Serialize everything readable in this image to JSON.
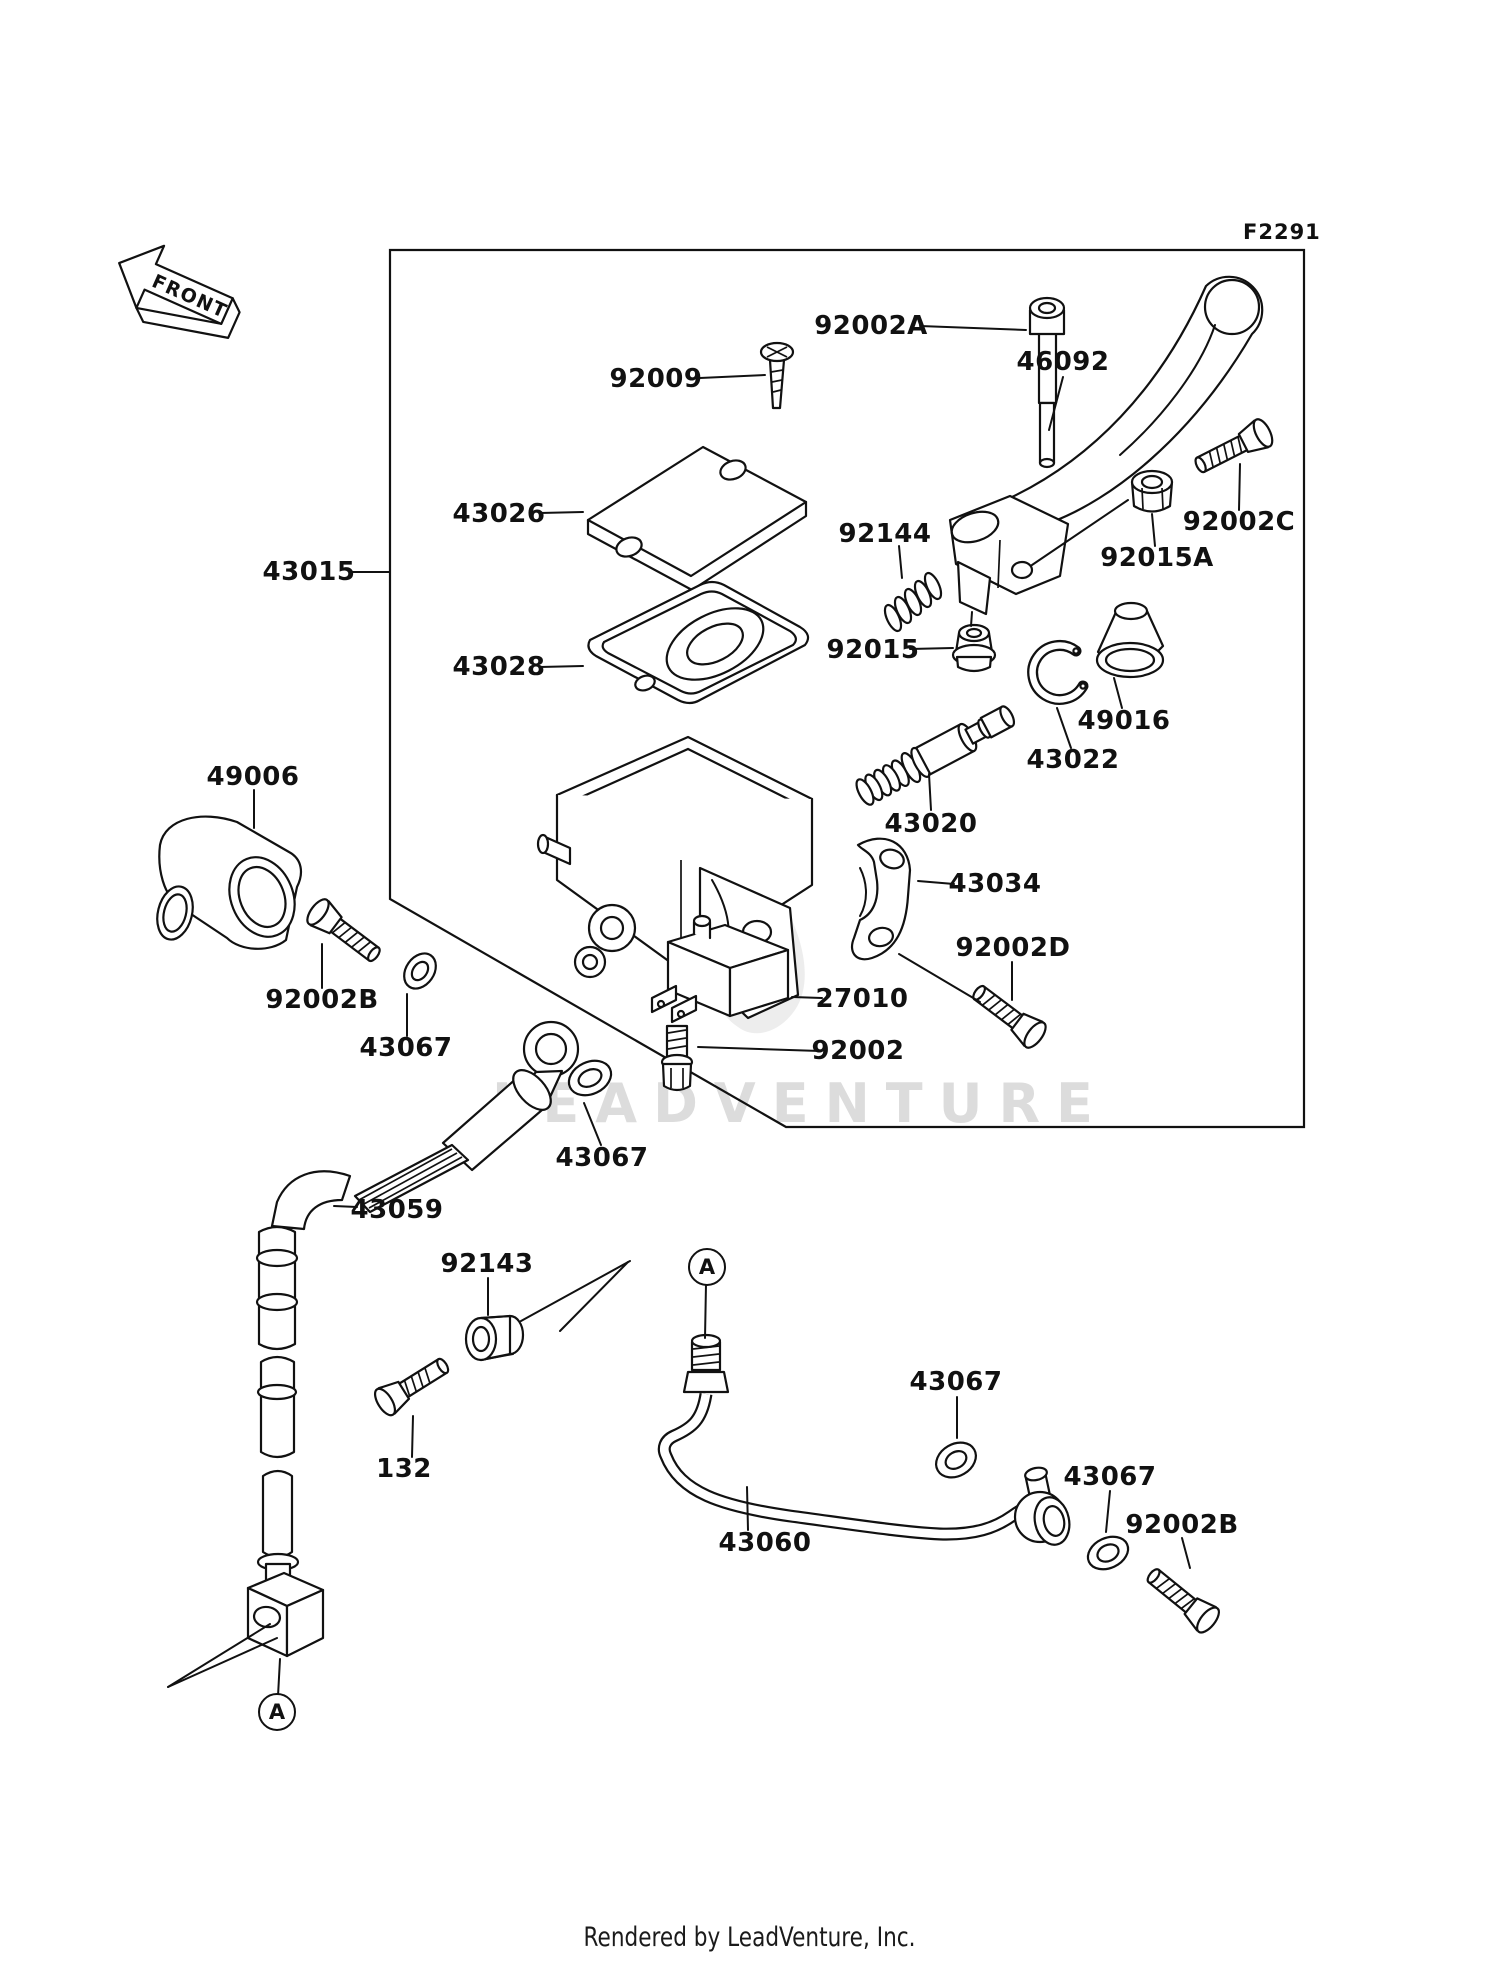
{
  "figure_code": "F2291",
  "front_marker": "FRONT",
  "watermark": "LEADVENTURE",
  "footer": "Rendered by LeadVenture, Inc.",
  "parts": [
    {
      "id": "43015",
      "text": "43015"
    },
    {
      "id": "43026",
      "text": "43026"
    },
    {
      "id": "43028",
      "text": "43028"
    },
    {
      "id": "92009",
      "text": "92009"
    },
    {
      "id": "92002A",
      "text": "92002A"
    },
    {
      "id": "46092",
      "text": "46092"
    },
    {
      "id": "92144",
      "text": "92144"
    },
    {
      "id": "92015",
      "text": "92015"
    },
    {
      "id": "92015A",
      "text": "92015A"
    },
    {
      "id": "92002C",
      "text": "92002C"
    },
    {
      "id": "49016",
      "text": "49016"
    },
    {
      "id": "43022",
      "text": "43022"
    },
    {
      "id": "43020",
      "text": "43020"
    },
    {
      "id": "43034",
      "text": "43034"
    },
    {
      "id": "92002D",
      "text": "92002D"
    },
    {
      "id": "27010",
      "text": "27010"
    },
    {
      "id": "92002",
      "text": "92002"
    },
    {
      "id": "49006",
      "text": "49006"
    },
    {
      "id": "92002B-1",
      "text": "92002B"
    },
    {
      "id": "43067-1",
      "text": "43067"
    },
    {
      "id": "43067-2",
      "text": "43067"
    },
    {
      "id": "43059",
      "text": "43059"
    },
    {
      "id": "92143",
      "text": "92143"
    },
    {
      "id": "132",
      "text": "132"
    },
    {
      "id": "43060",
      "text": "43060"
    },
    {
      "id": "43067-3",
      "text": "43067"
    },
    {
      "id": "43067-4",
      "text": "43067"
    },
    {
      "id": "92002B-2",
      "text": "92002B"
    }
  ],
  "detail_markers": [
    {
      "id": "A-1",
      "text": "A"
    },
    {
      "id": "A-2",
      "text": "A"
    }
  ]
}
